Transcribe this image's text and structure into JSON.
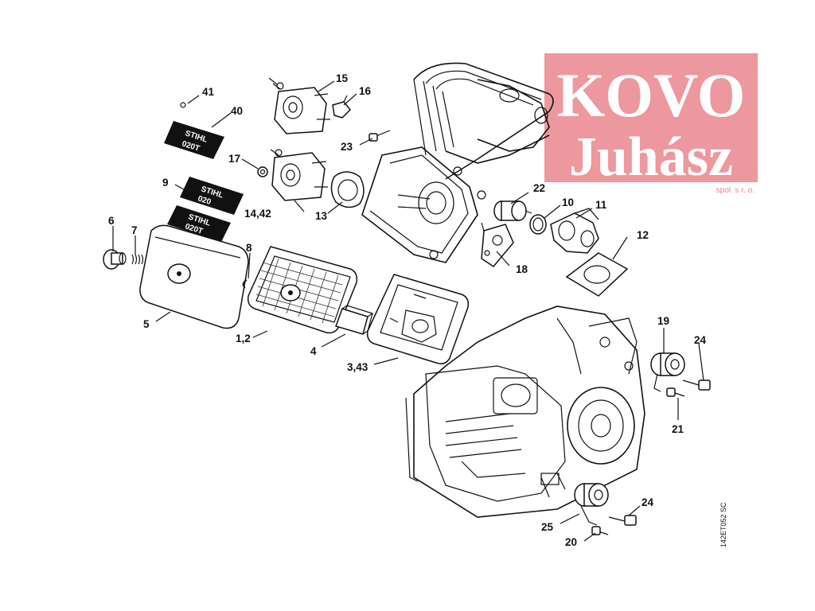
{
  "watermark": {
    "line1": "KOVO",
    "line2": "Juhász",
    "line3": "spol. s r. o.",
    "color": "#e9868d"
  },
  "drawing_code": "142ET052 SC",
  "callouts": {
    "c1": "1,2",
    "c3": "3,43",
    "c4": "4",
    "c5": "5",
    "c6": "6",
    "c7": "7",
    "c8": "8",
    "c9": "9",
    "c10": "10",
    "c11": "11",
    "c12": "12",
    "c13": "13",
    "c14": "14,42",
    "c15": "15",
    "c16": "16",
    "c17": "17",
    "c18": "18",
    "c19": "19",
    "c20": "20",
    "c21": "21",
    "c22": "22",
    "c23": "23",
    "c24a": "24",
    "c24b": "24",
    "c25": "25",
    "c40": "40",
    "c41": "41"
  },
  "decals": {
    "d40_line1": "STIHL",
    "d40_line2": "020T",
    "d9_line1": "STIHL",
    "d9_line2": "020",
    "d9_line3": "STIHL",
    "d9_line4": "020T"
  }
}
